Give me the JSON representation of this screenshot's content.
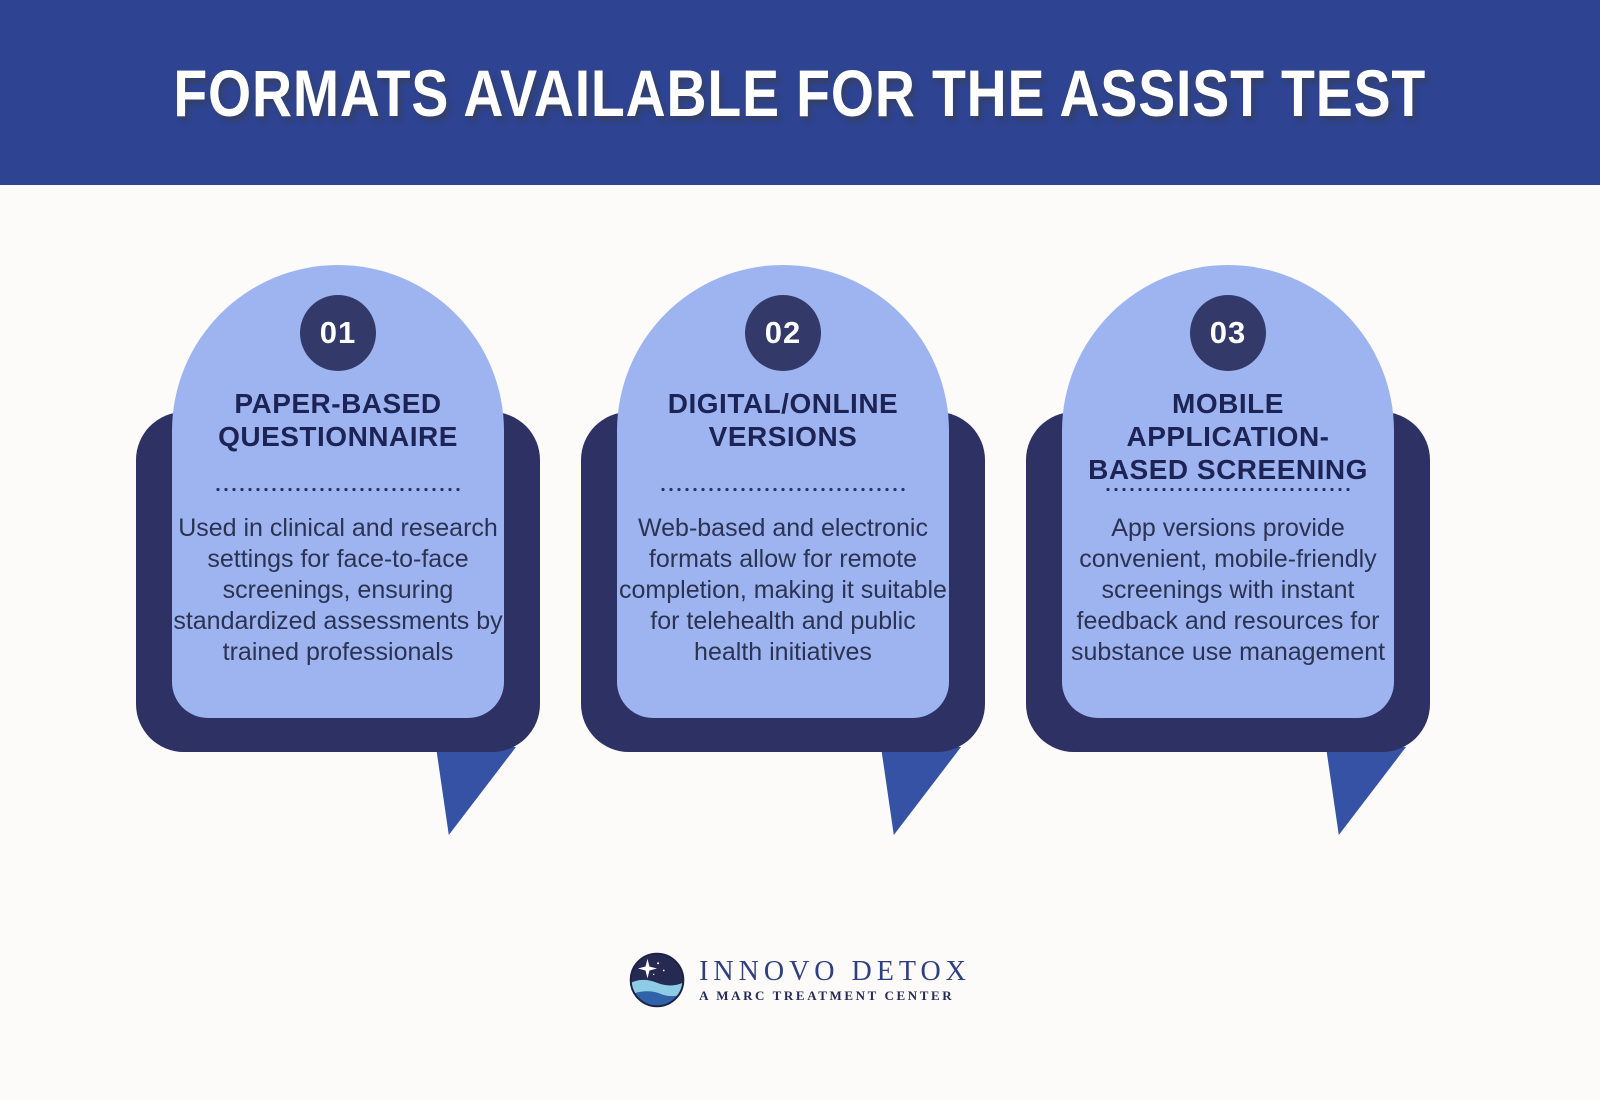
{
  "header": {
    "title": "FORMATS AVAILABLE FOR THE ASSIST TEST"
  },
  "cards": [
    {
      "number": "01",
      "title": "PAPER-BASED QUESTIONNAIRE",
      "description": "Used in clinical and research settings for face-to-face screenings, ensuring standardized assessments by trained professionals"
    },
    {
      "number": "02",
      "title": "DIGITAL/ONLINE VERSIONS",
      "description": "Web-based and electronic formats allow for remote completion, making it suitable for telehealth and public health initiatives"
    },
    {
      "number": "03",
      "title": "MOBILE APPLICATION-BASED SCREENING",
      "description": "App versions provide convenient, mobile-friendly screenings with instant feedback and resources for substance use management"
    }
  ],
  "footer": {
    "brand": "INNOVO DETOX",
    "tagline": "A MARC TREATMENT CENTER"
  },
  "colors": {
    "header_bg": "#2e4492",
    "header_text": "#ffffff",
    "card_light": "#9db4f0",
    "card_dark": "#2e3164",
    "tail_blue": "#3552a5",
    "number_circle": "#333a69",
    "title_text": "#1d2455",
    "body_text": "#2c3352",
    "logo_navy": "#2f4080",
    "logo_wave_light": "#8ecbe4",
    "logo_wave_dark": "#2f62a8",
    "background": "#fcfbf9"
  }
}
